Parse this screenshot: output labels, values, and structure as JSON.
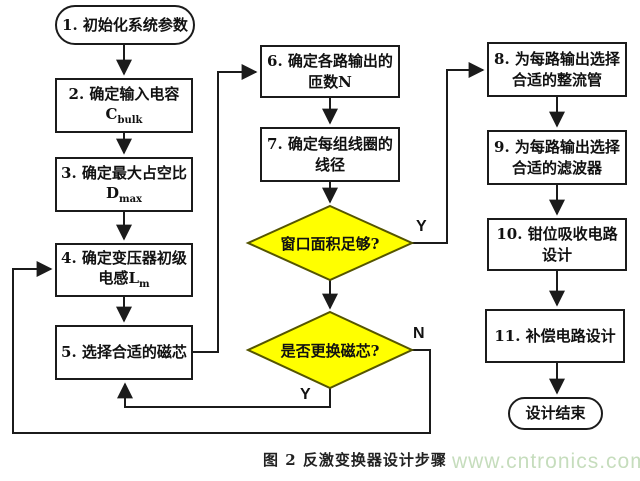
{
  "page": {
    "caption": "图 2 反激变换器设计步骤",
    "watermark": "www.cntronics.com"
  },
  "colors": {
    "background": "#ffffff",
    "line": "#1b1b1b",
    "node_fill": "#ffffff",
    "node_border": "#1b1b1b",
    "decision_fill": "#ffff00",
    "decision_border": "#555500",
    "watermark": "#c6ddbd",
    "text": "#111111"
  },
  "flowchart": {
    "start": {
      "label": "1. 初始化系统参数"
    },
    "steps": {
      "s2": {
        "line1": "2. 确定输入电容",
        "base": "C",
        "sub": "bulk"
      },
      "s3": {
        "line1": "3. 确定最大占空比",
        "base": "D",
        "sub": "max"
      },
      "s4": {
        "line1": "4. 确定变压器初级",
        "line2": "电感",
        "base": "L",
        "sub": "m"
      },
      "s5": {
        "line1": "5. 选择合适的磁芯"
      },
      "s6": {
        "line1": "6. 确定各路输出的",
        "line2": "匝数N"
      },
      "s7": {
        "line1": "7. 确定每组线圈的",
        "line2": "线径"
      },
      "s8": {
        "line1": "8. 为每路输出选择",
        "line2": "合适的整流管"
      },
      "s9": {
        "line1": "9. 为每路输出选择",
        "line2": "合适的滤波器"
      },
      "s10": {
        "line1": "10. 钳位吸收电路",
        "line2": "设计"
      },
      "s11": {
        "line1": "11. 补偿电路设计"
      }
    },
    "decisions": {
      "d1": {
        "label": "窗口面积足够?",
        "yes_label": "Y"
      },
      "d2": {
        "label": "是否更换磁芯?",
        "yes_label": "Y",
        "no_label": "N"
      }
    },
    "end": {
      "label": "设计结束"
    }
  }
}
